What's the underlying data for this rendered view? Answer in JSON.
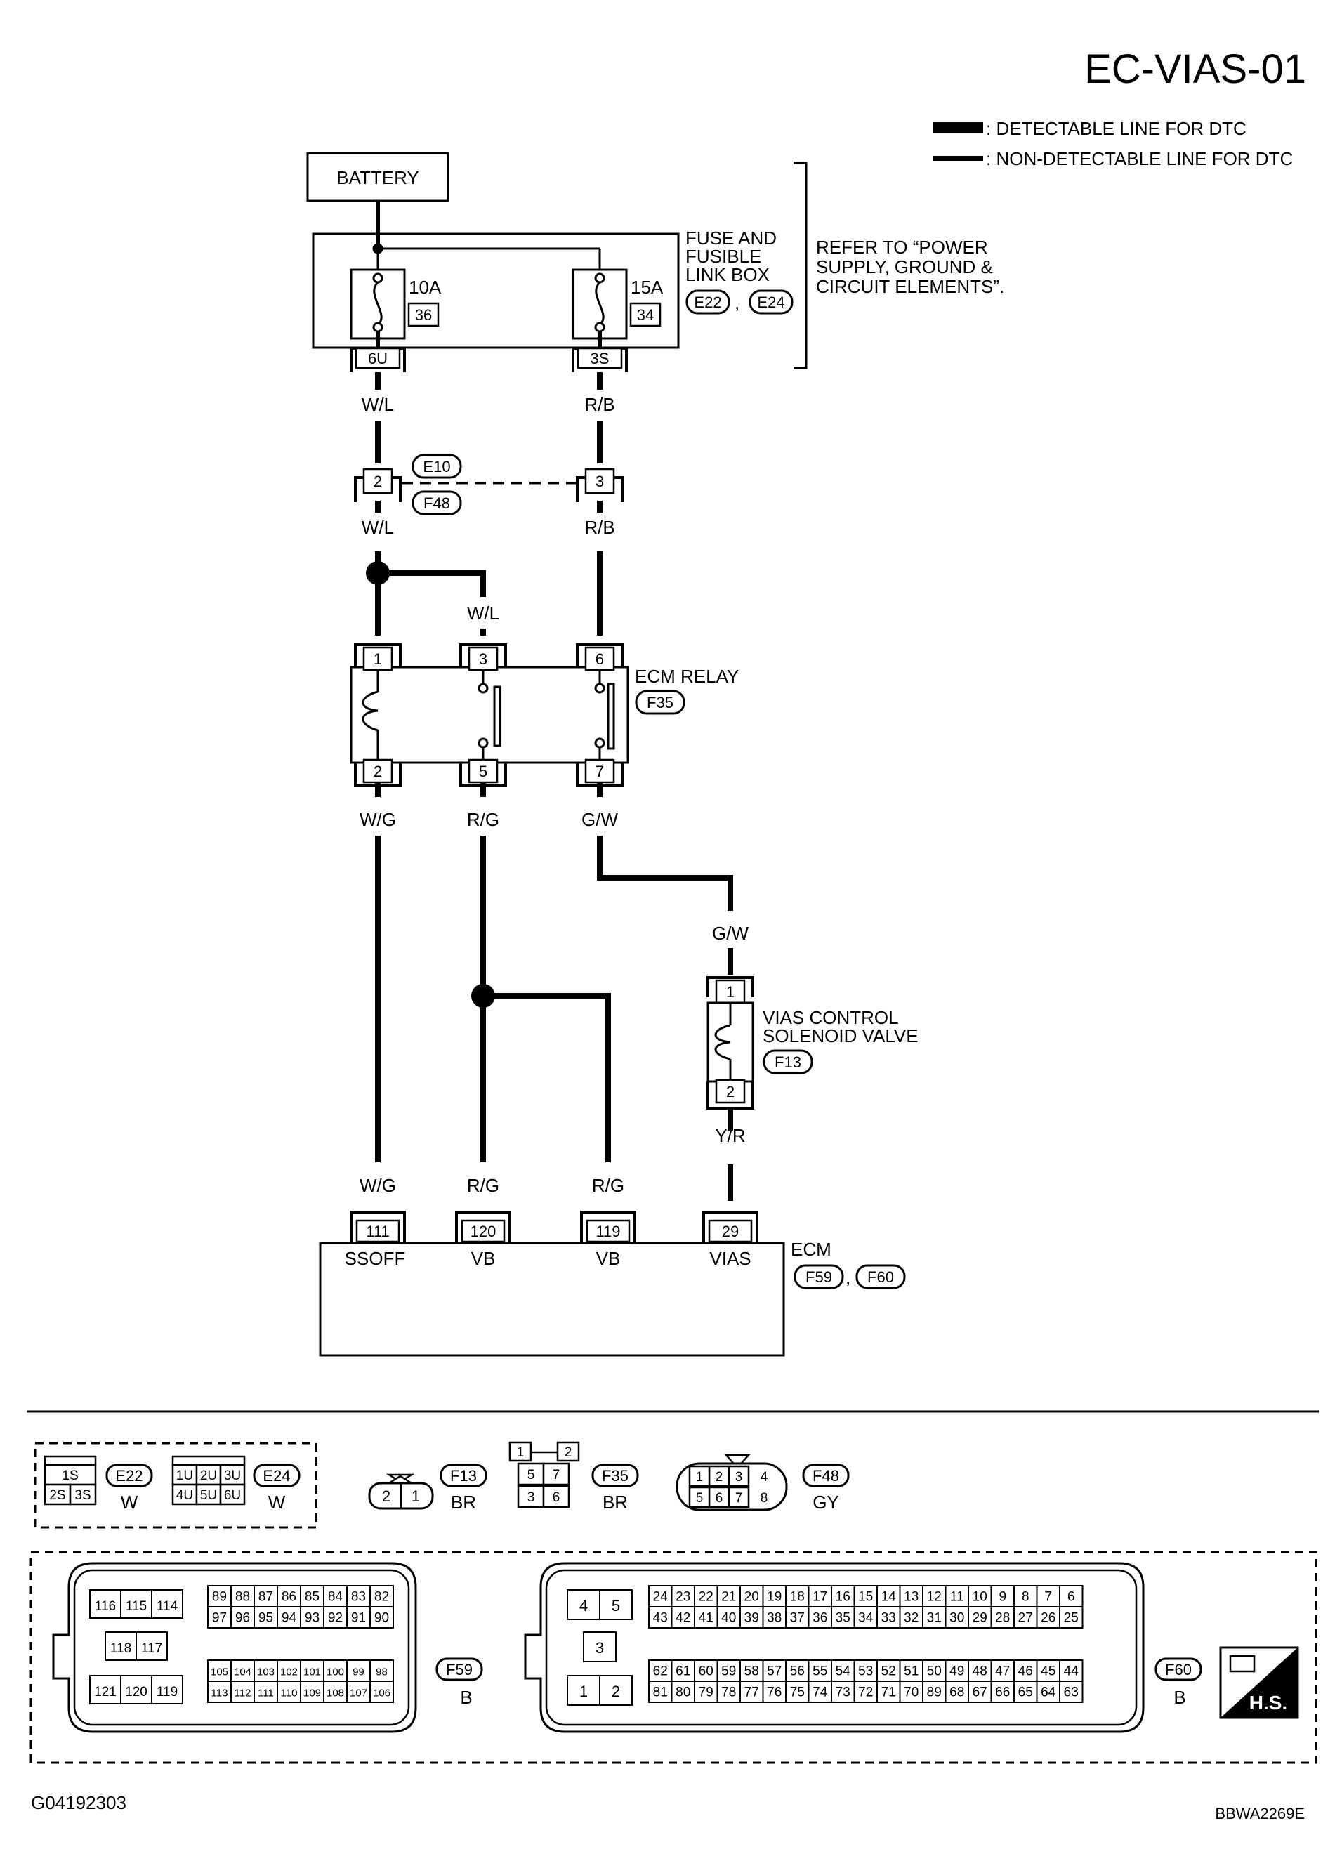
{
  "title": "EC-VIAS-01",
  "legend": {
    "detectable": ": DETECTABLE LINE FOR DTC",
    "non_detectable": ": NON-DETECTABLE LINE FOR DTC"
  },
  "battery": "BATTERY",
  "fuse_box": {
    "name_line1": "FUSE AND",
    "name_line2": "FUSIBLE",
    "name_line3": "LINK BOX",
    "connectors": [
      "E22",
      "E24"
    ],
    "fuse_left": {
      "rating": "10A",
      "number": "36",
      "terminal": "6U"
    },
    "fuse_right": {
      "rating": "15A",
      "number": "34",
      "terminal": "3S"
    }
  },
  "refer": {
    "line1": "REFER TO  “POWER",
    "line2": "SUPPLY, GROUND &",
    "line3": "CIRCUIT ELEMENTS”."
  },
  "joint_connector": {
    "top": "E10",
    "bottom": "F48",
    "pin_left": "2",
    "pin_right": "3"
  },
  "wires": {
    "wl": "W/L",
    "rb": "R/B",
    "wg": "W/G",
    "rg": "R/G",
    "gw": "G/W",
    "yr": "Y/R"
  },
  "ecm_relay": {
    "name": "ECM RELAY",
    "connector": "F35",
    "top_pins": [
      "1",
      "3",
      "6"
    ],
    "bottom_pins": [
      "2",
      "5",
      "7"
    ]
  },
  "vias_valve": {
    "name_line1": "VIAS CONTROL",
    "name_line2": "SOLENOID VALVE",
    "connector": "F13",
    "pin_top": "1",
    "pin_bottom": "2"
  },
  "ecm": {
    "name": "ECM",
    "connectors": [
      "F59",
      "F60"
    ],
    "pins": [
      "111",
      "120",
      "119",
      "29"
    ],
    "signals": [
      "SSOFF",
      "VB",
      "VB",
      "VIAS"
    ]
  },
  "connector_views": {
    "e22": {
      "id": "E22",
      "color": "W",
      "row1": [
        "1S"
      ],
      "row2": [
        "2S",
        "3S"
      ]
    },
    "e24": {
      "id": "E24",
      "color": "W",
      "row1": [
        "1U",
        "2U",
        "3U"
      ],
      "row2": [
        "4U",
        "5U",
        "6U"
      ]
    },
    "f13": {
      "id": "F13",
      "color": "BR",
      "pins": [
        "2",
        "1"
      ]
    },
    "f35": {
      "id": "F35",
      "color": "BR",
      "top": [
        "1",
        "2"
      ],
      "mid": [
        "5",
        "7"
      ],
      "bot": [
        "3",
        "6"
      ]
    },
    "f48": {
      "id": "F48",
      "color": "GY",
      "row1": [
        "1",
        "2",
        "3",
        "4"
      ],
      "row2": [
        "5",
        "6",
        "7",
        "8"
      ]
    },
    "f59": {
      "id": "F59",
      "color": "B",
      "left_a": [
        "116",
        "115",
        "114"
      ],
      "left_b": [
        "118",
        "117"
      ],
      "left_c": [
        "121",
        "120",
        "119"
      ],
      "r1": [
        "89",
        "88",
        "87",
        "86",
        "85",
        "84",
        "83",
        "82"
      ],
      "r2": [
        "97",
        "96",
        "95",
        "94",
        "93",
        "92",
        "91",
        "90"
      ],
      "r3": [
        "105",
        "104",
        "103",
        "102",
        "101",
        "100",
        "99",
        "98"
      ],
      "r4": [
        "113",
        "112",
        "111",
        "110",
        "109",
        "108",
        "107",
        "106"
      ]
    },
    "f60": {
      "id": "F60",
      "color": "B",
      "left_a": [
        "4",
        "5"
      ],
      "left_b": [
        "3"
      ],
      "left_c": [
        "1",
        "2"
      ],
      "r1": [
        "24",
        "23",
        "22",
        "21",
        "20",
        "19",
        "18",
        "17",
        "16",
        "15",
        "14",
        "13",
        "12",
        "11",
        "10",
        "9",
        "8",
        "7",
        "6"
      ],
      "r2": [
        "43",
        "42",
        "41",
        "40",
        "39",
        "38",
        "37",
        "36",
        "35",
        "34",
        "33",
        "32",
        "31",
        "30",
        "29",
        "28",
        "27",
        "26",
        "25"
      ],
      "r3": [
        "62",
        "61",
        "60",
        "59",
        "58",
        "57",
        "56",
        "55",
        "54",
        "53",
        "52",
        "51",
        "50",
        "49",
        "48",
        "47",
        "46",
        "45",
        "44"
      ],
      "r4": [
        "81",
        "80",
        "79",
        "78",
        "77",
        "76",
        "75",
        "74",
        "73",
        "72",
        "71",
        "70",
        "89",
        "68",
        "67",
        "66",
        "65",
        "64",
        "63"
      ]
    }
  },
  "hs_badge": "H.S.",
  "footer_left": "G04192303",
  "footer_right": "BBWA2269E"
}
